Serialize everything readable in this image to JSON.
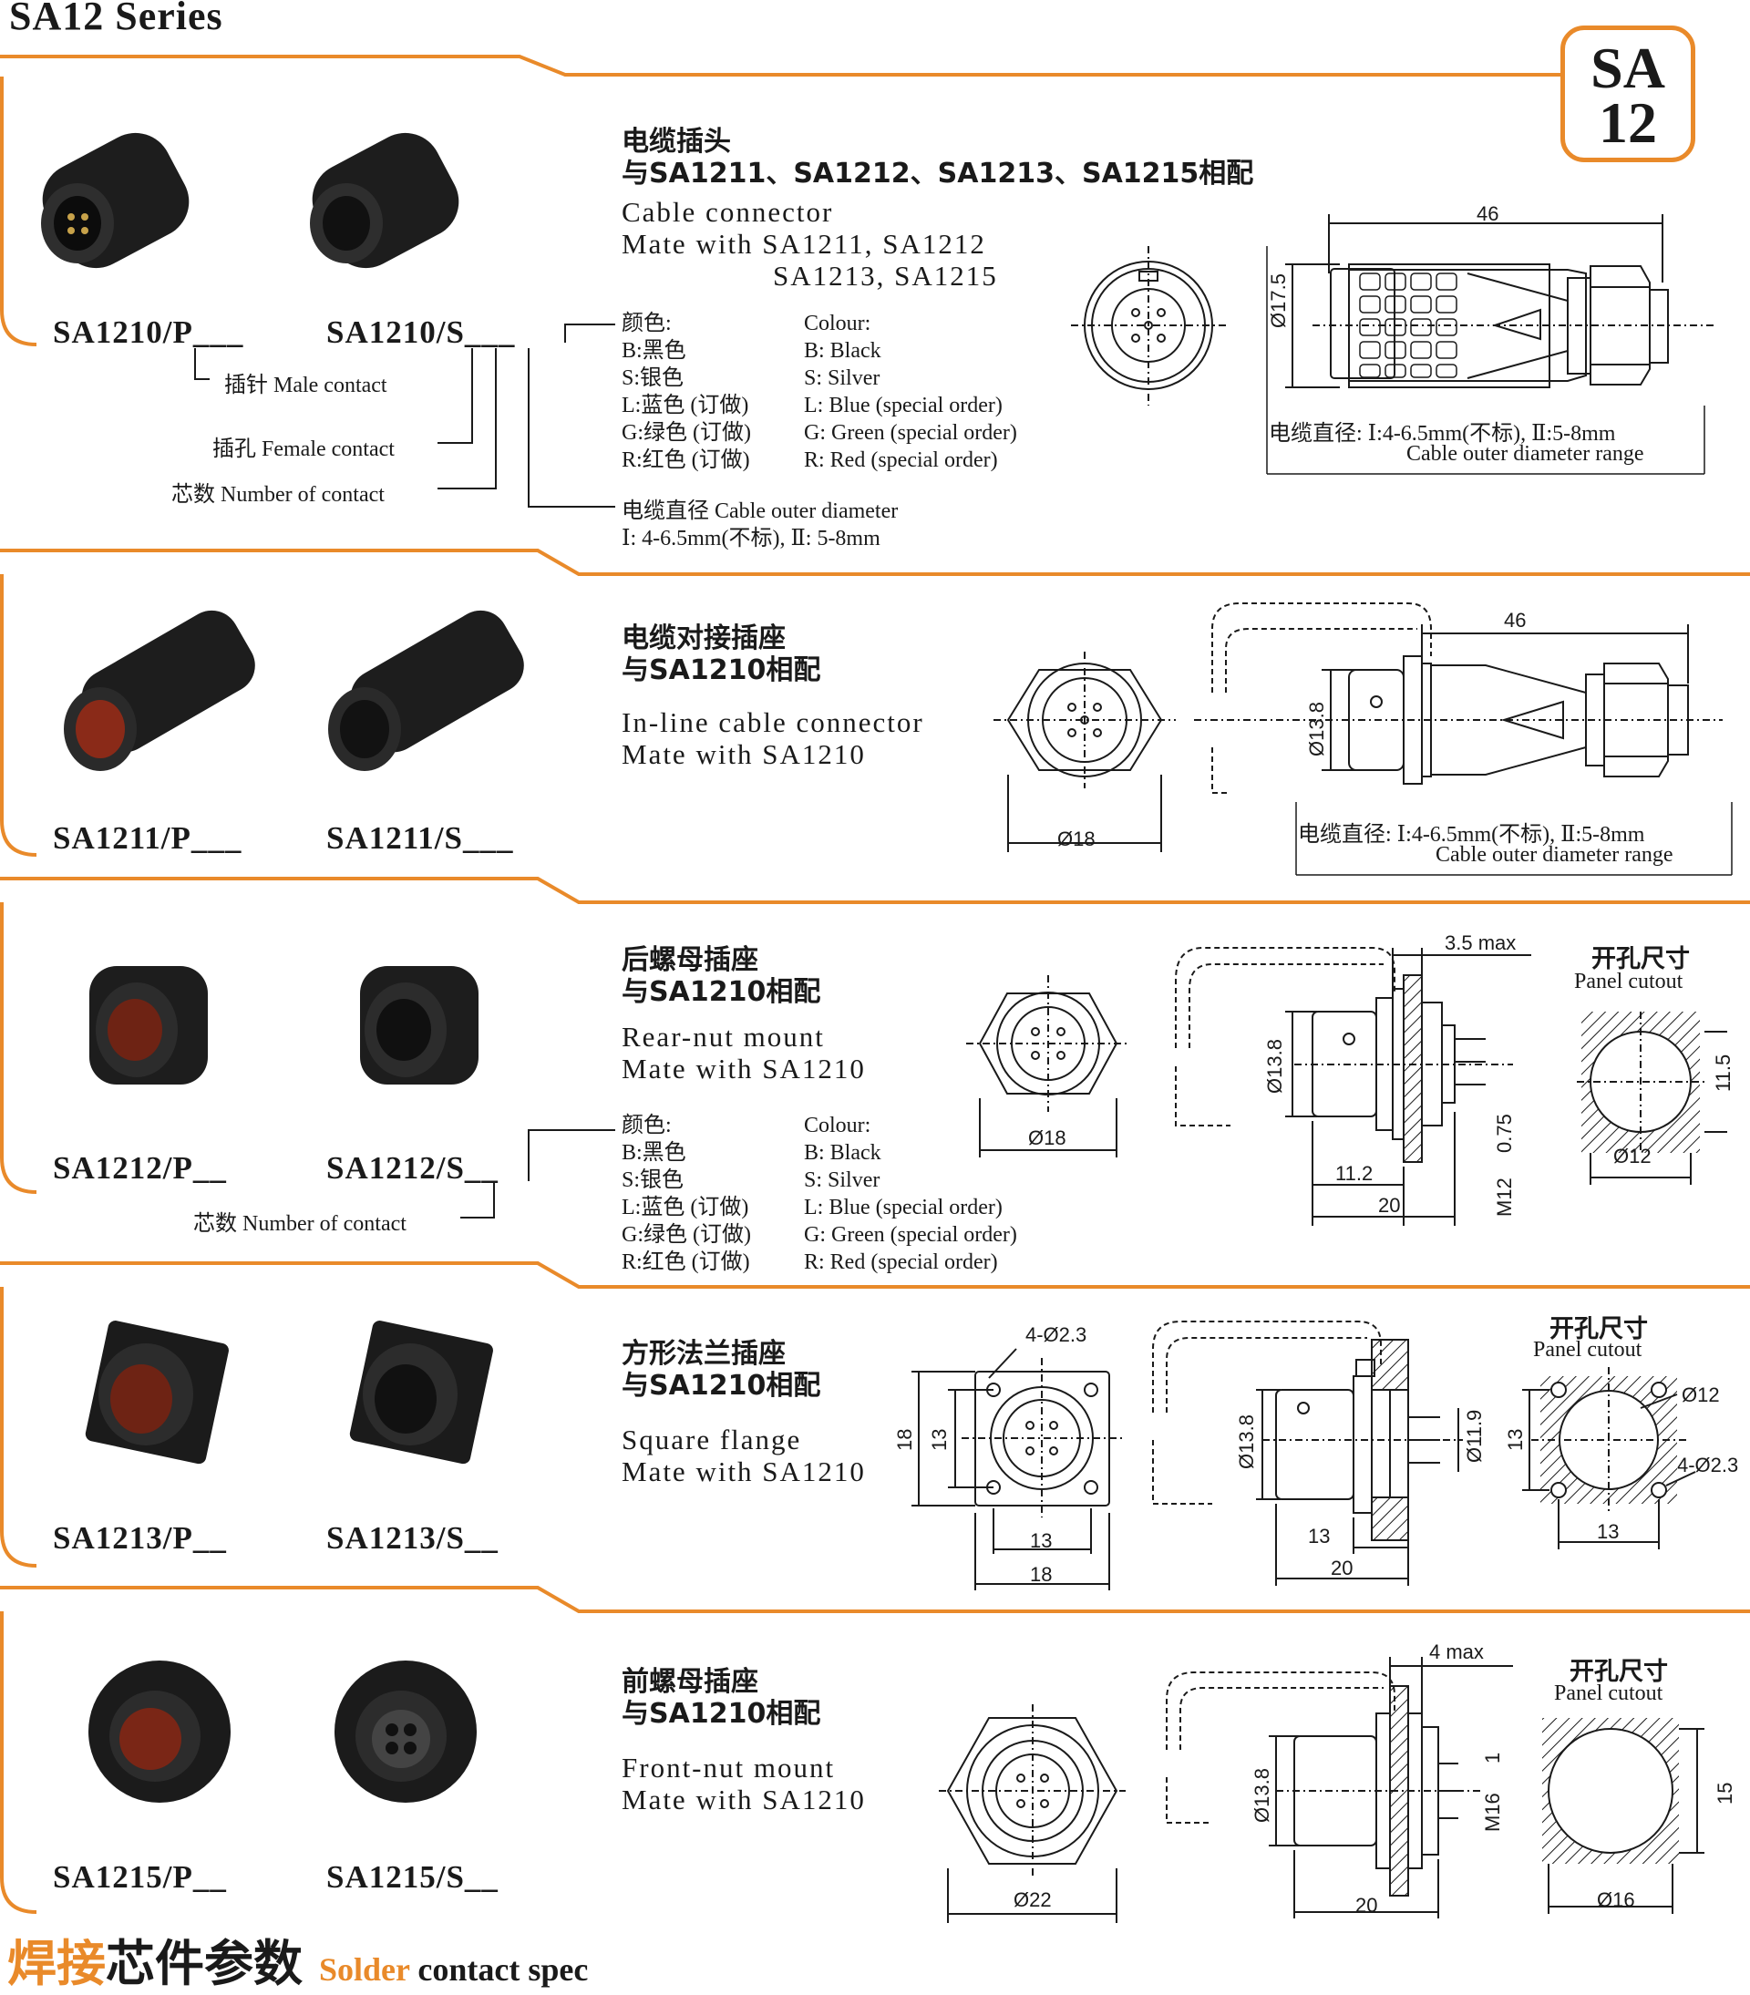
{
  "header": {
    "series_title": "SA12  Series",
    "badge_line1": "SA",
    "badge_line2": "12"
  },
  "colors": {
    "accent": "#e98a2a",
    "ink": "#1a1a1a",
    "label_orange": "#e98a2a"
  },
  "s1": {
    "model_p": "SA1210/P___",
    "model_s": "SA1210/S___",
    "title_zh": "电缆插头",
    "mate_zh": "与SA1211、SA1212、SA1213、SA1215相配",
    "title_en": "Cable connector",
    "mate_en1": "Mate with SA1211, SA1212",
    "mate_en2": "SA1213, SA1215",
    "colour_zh": [
      "颜色:",
      "B:黑色",
      "S:银色",
      "L:蓝色 (订做)",
      "G:绿色 (订做)",
      "R:红色 (订做)"
    ],
    "colour_en": [
      "Colour:",
      "B: Black",
      "S: Silver",
      "L: Blue   (special order)",
      "G: Green (special order)",
      "R: Red     (special order)"
    ],
    "label_male": "插针 Male contact",
    "label_female": "插孔 Female contact",
    "label_count": "芯数 Number of contact",
    "cable_dia1": "电缆直径 Cable outer diameter",
    "cable_dia2": "Ⅰ: 4-6.5mm(不标),  Ⅱ: 5-8mm",
    "dim_len": "46",
    "dim_dia": "Ø17.5",
    "range_zh": "电缆直径: Ⅰ:4-6.5mm(不标), Ⅱ:5-8mm",
    "range_en": "Cable outer  diameter range"
  },
  "s2": {
    "model_p": "SA1211/P___",
    "model_s": "SA1211/S___",
    "title_zh": "电缆对接插座",
    "mate_zh": "与SA1210相配",
    "title_en": "In-line cable connector",
    "mate_en": "Mate with SA1210",
    "dim_len": "46",
    "dim_dia": "Ø13.8",
    "dim_face": "Ø18",
    "range_zh": "电缆直径: Ⅰ:4-6.5mm(不标), Ⅱ:5-8mm",
    "range_en": "Cable outer  diameter range"
  },
  "s3": {
    "model_p": "SA1212/P__",
    "model_s": "SA1212/S__",
    "title_zh": "后螺母插座",
    "mate_zh": "与SA1210相配",
    "title_en": "Rear-nut mount",
    "mate_en": "Mate with SA1210",
    "colour_zh": [
      "颜色:",
      "B:黑色",
      "S:银色",
      "L:蓝色 (订做)",
      "G:绿色 (订做)",
      "R:红色 (订做)"
    ],
    "colour_en": [
      "Colour:",
      "B: Black",
      "S: Silver",
      "L: Blue   (special order)",
      "G: Green (special order)",
      "R: Red     (special order)"
    ],
    "label_count": "芯数 Number of contact",
    "dim_face": "Ø18",
    "dim_dia": "Ø13.8",
    "dim_max": "3.5 max",
    "dim_112": "11.2",
    "dim_20": "20",
    "dim_m12": "M12",
    "dim_075": "0.75",
    "cutout_zh": "开孔尺寸",
    "cutout_en": "Panel  cutout",
    "cut_h": "11.5",
    "cut_w": "Ø12"
  },
  "s4": {
    "model_p": "SA1213/P__",
    "model_s": "SA1213/S__",
    "title_zh": "方形法兰插座",
    "mate_zh": "与SA1210相配",
    "title_en": "Square flange",
    "mate_en": "Mate with SA1210",
    "dim_holes": "4-Ø2.3",
    "dim_18v": "18",
    "dim_13v": "13",
    "dim_13h": "13",
    "dim_18h": "18",
    "dim_dia": "Ø13.8",
    "dim_119": "Ø11.9",
    "dim_13s": "13",
    "dim_20": "20",
    "cutout_zh": "开孔尺寸",
    "cutout_en": "Panel  cutout",
    "cut_12": "Ø12",
    "cut_holes": "4-Ø2.3",
    "cut_13v": "13",
    "cut_13h": "13"
  },
  "s5": {
    "model_p": "SA1215/P__",
    "model_s": "SA1215/S__",
    "title_zh": "前螺母插座",
    "mate_zh": "与SA1210相配",
    "title_en": "Front-nut mount",
    "mate_en": "Mate with SA1210",
    "dim_face": "Ø22",
    "dim_dia": "Ø13.8",
    "dim_max": "4 max",
    "dim_m16": "M16",
    "dim_1": "1",
    "dim_20": "20",
    "cutout_zh": "开孔尺寸",
    "cutout_en": "Panel  cutout",
    "cut_h": "15",
    "cut_w": "Ø16"
  },
  "footer": {
    "zh_orange": "焊接",
    "zh_black": "芯件参数",
    "en_orange": "Solder",
    "en_black": " contact spec"
  }
}
